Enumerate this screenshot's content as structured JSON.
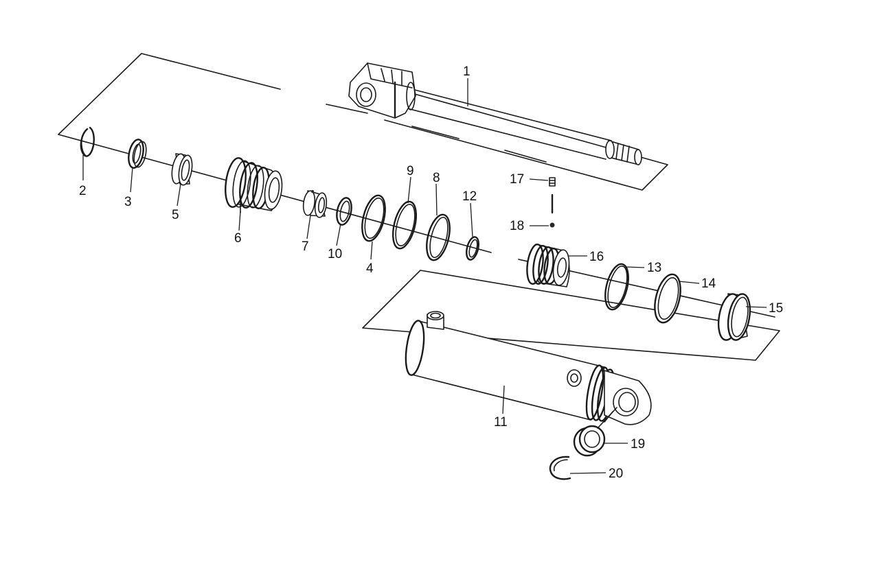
{
  "diagram": {
    "background": "#ffffff",
    "line_color": "#1a1a1a",
    "part_labels": [
      "1",
      "2",
      "3",
      "4",
      "5",
      "6",
      "7",
      "8",
      "9",
      "10",
      "11",
      "12",
      "13",
      "14",
      "15",
      "16",
      "17",
      "18",
      "19",
      "20"
    ]
  }
}
